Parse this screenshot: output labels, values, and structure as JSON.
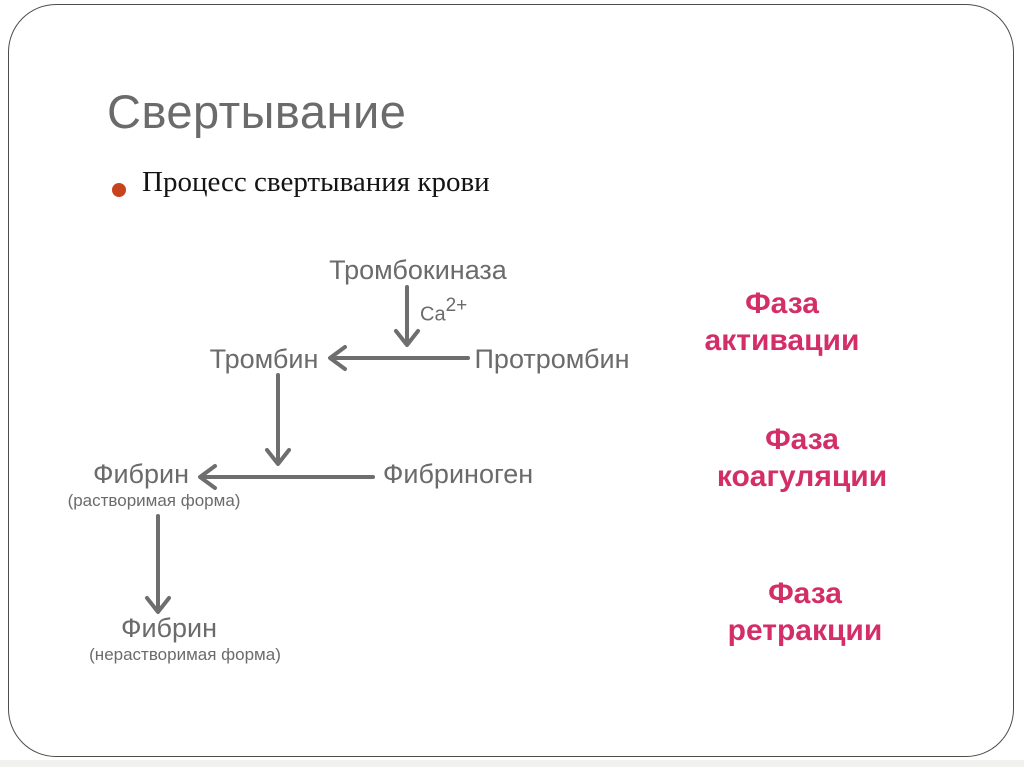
{
  "slide": {
    "title": "Свертывание",
    "bullet_text": "Процесс свертывания крови",
    "diagram": {
      "nodes": [
        {
          "id": "trombokinaza",
          "label": "Тромбокиназа"
        },
        {
          "id": "trombin",
          "label": "Тромбин"
        },
        {
          "id": "protrombin",
          "label": "Протромбин"
        },
        {
          "id": "fibrin-soluble",
          "label": "Фибрин",
          "sublabel": "(растворимая форма)"
        },
        {
          "id": "fibrinogen",
          "label": "Фибриноген"
        },
        {
          "id": "fibrin-insoluble",
          "label": "Фибрин",
          "sublabel": "(нерастворимая форма)"
        }
      ],
      "ca": {
        "base": "Ca",
        "sup": "2+"
      },
      "arrows": [
        "trombokinaza->reaction",
        "protrombin->trombin",
        "trombin->reaction2",
        "fibrinogen->fibrin-soluble",
        "fibrin-soluble->fibrin-insoluble"
      ]
    },
    "phases": [
      {
        "line1": "Фаза",
        "line2": "активации"
      },
      {
        "line1": "Фаза",
        "line2": "коагуляции"
      },
      {
        "line1": "Фаза",
        "line2": "ретракции"
      }
    ]
  },
  "colors": {
    "accent_pink": "#d32e67",
    "bullet_orange": "#c7431d",
    "diagram_gray": "#6b6b6b",
    "title_gray": "#6b6b6b",
    "border_gray": "#4f4c4a"
  }
}
